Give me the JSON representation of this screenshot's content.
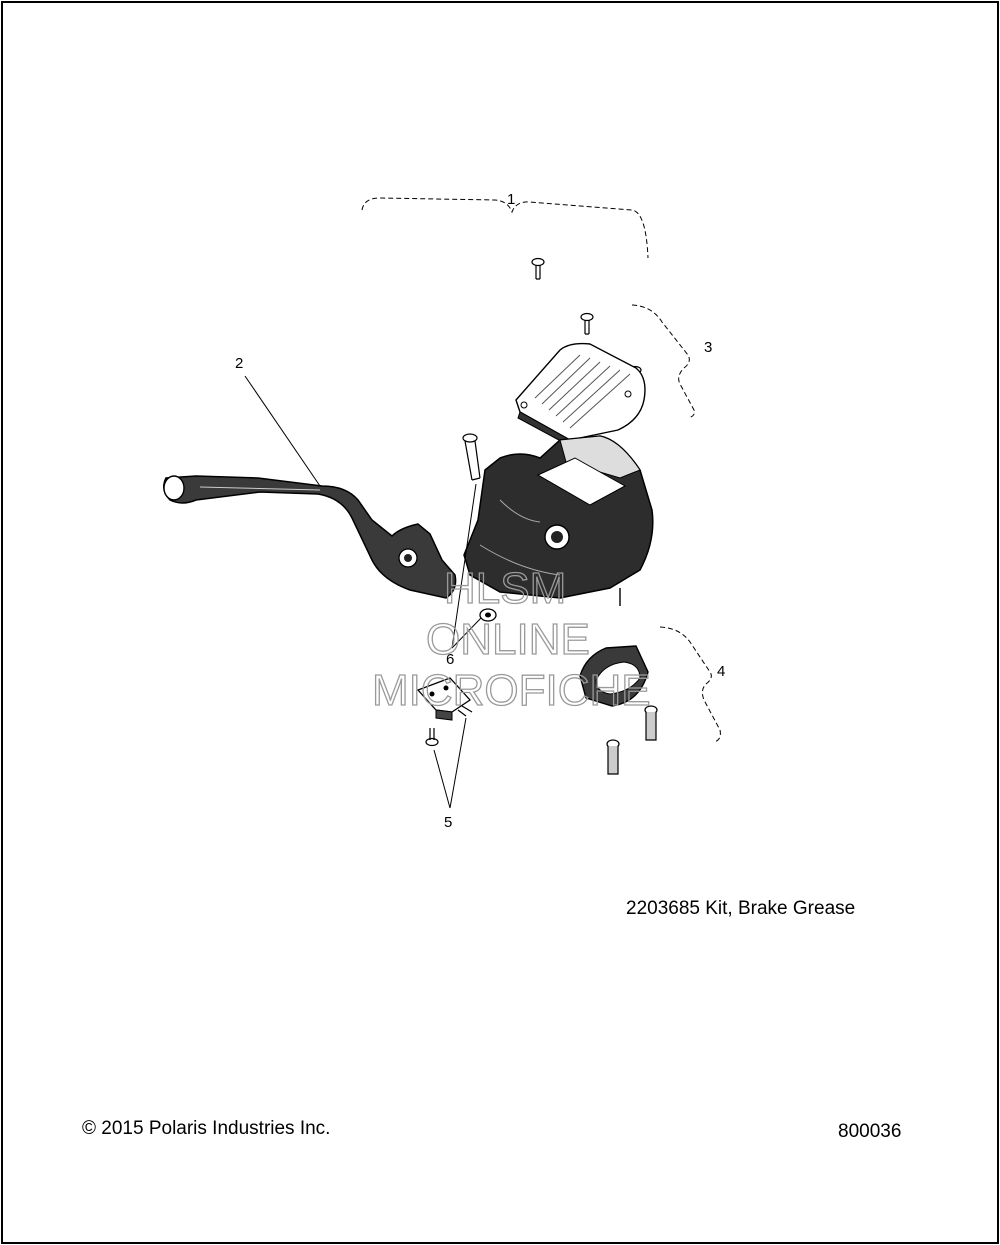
{
  "callouts": [
    "1",
    "2",
    "3",
    "4",
    "5",
    "6"
  ],
  "note": "2203685  Kit, Brake Grease",
  "copyright": "© 2015 Polaris Industries Inc.",
  "drawing_number": "800036",
  "watermark": [
    "HLSM",
    "ONLINE",
    "MICROFICHE"
  ]
}
